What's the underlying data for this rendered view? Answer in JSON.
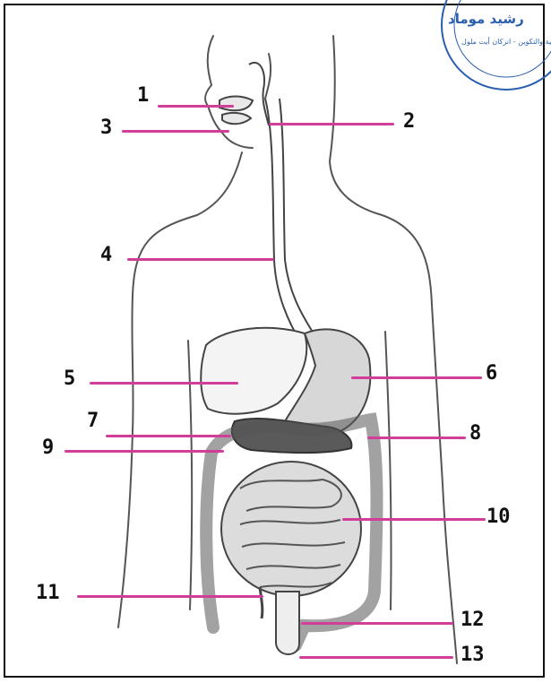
{
  "labels": [
    {
      "id": "1",
      "text": "1"
    },
    {
      "id": "2",
      "text": "2"
    },
    {
      "id": "3",
      "text": "3"
    },
    {
      "id": "4",
      "text": "4"
    },
    {
      "id": "5",
      "text": "5"
    },
    {
      "id": "6",
      "text": "6"
    },
    {
      "id": "7",
      "text": "7"
    },
    {
      "id": "8",
      "text": "8"
    },
    {
      "id": "9",
      "text": "9"
    },
    {
      "id": "10",
      "text": "10"
    },
    {
      "id": "11",
      "text": "11"
    },
    {
      "id": "12",
      "text": "12"
    },
    {
      "id": "13",
      "text": "13"
    }
  ],
  "stamp": {
    "name": "رشيد موماد",
    "subtitle": "التربية والتكوين - انزكان أيت ملول"
  },
  "colors": {
    "leader_line": "#d23c9a",
    "outline": "#444444",
    "stamp": "#2a5fb0"
  }
}
